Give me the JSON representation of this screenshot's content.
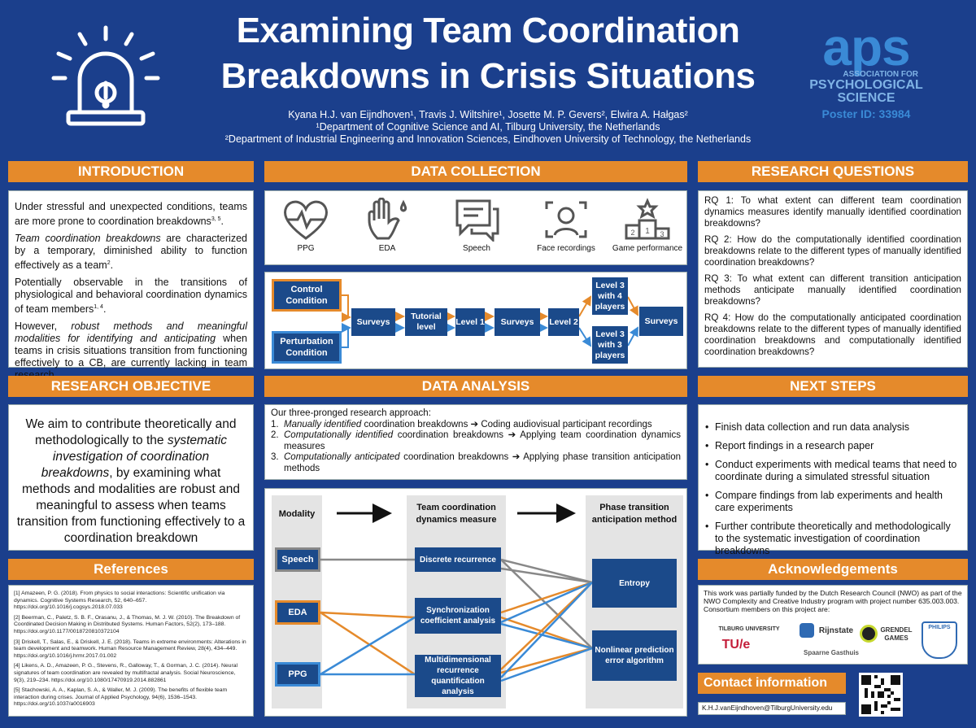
{
  "poster": {
    "title_line1": "Examining Team Coordination",
    "title_line2": "Breakdowns in Crisis Situations",
    "authors": "Kyana H.J. van Eijndhoven¹, Travis J. Wiltshire¹, Josette M. P. Gevers², Elwira A. Hałgas²",
    "affil1": "¹Department of Cognitive Science and AI, Tilburg University, the Netherlands",
    "affil2": "²Department of Industrial Engineering and Innovation Sciences, Eindhoven University of Technology, the Netherlands"
  },
  "aps": {
    "logo_text": "aps",
    "line1": "ASSOCIATION FOR",
    "line2": "PSYCHOLOGICAL SCIENCE",
    "poster_id": "Poster ID: 33984"
  },
  "colors": {
    "background": "#1b3f8c",
    "accent": "#e58a2b",
    "box_blue": "#1b4a8a",
    "line_blue": "#3a8ad6"
  },
  "introduction": {
    "header": "INTRODUCTION",
    "p1": "Under stressful and unexpected conditions, teams are more prone to coordination breakdowns",
    "p1_sup": "3, 5",
    "p1_end": ".",
    "p2_em": "Team coordination breakdowns",
    "p2": " are characterized by a temporary, diminished ability to function effectively as a team",
    "p2_sup": "2",
    "p2_end": ".",
    "p3": "Potentially observable in the transitions of physiological and behavioral coordination dynamics of team members",
    "p3_sup": "1, 4",
    "p3_end": ".",
    "p4_start": "However, ",
    "p4_em": "robust methods and meaningful modalities for identifying and anticipating",
    "p4_end": " when teams in crisis situations transition from functioning effectively to a CB, are currently lacking in team research."
  },
  "objective": {
    "header": "RESEARCH OBJECTIVE",
    "t1": "We aim to contribute theoretically and methodologically to the ",
    "t_em": "systematic investigation of coordination breakdowns",
    "t2": ", by examining what methods and modalities are robust and meaningful to assess when teams transition from functioning effectively to a coordination breakdown"
  },
  "references": {
    "header": "References",
    "items": [
      "[1] Amazeen, P. G. (2018). From physics to social interactions: Scientific unification via dynamics. Cognitive Systems Research, 52, 640–657. https://doi.org/10.1016/j.cogsys.2018.07.033",
      "[2] Beerman, C., Paletz, S. B. F., Orasanu, J., & Thomas, M. J. W. (2010). The Breakdown of Coordinated Decision Making in Distributed Systems. Human Factors, 52(2), 173–188. https://doi.org/10.1177/0018720810372104",
      "[3] Driskell, T., Salas, E., & Driskell, J. E. (2018). Teams in extreme environments: Alterations in team development and teamwork. Human Resource Management Review, 28(4), 434–449. https://doi.org/10.1016/j.hrmr.2017.01.002",
      "[4] Likens, A. D., Amazeen, P. G., Stevens, R., Galloway, T., & Gorman, J. C. (2014). Neural signatures of team coordination are revealed by multifractal analysis. Social Neuroscience, 9(3), 219–234. https://doi.org/10.1080/17470919.2014.882861",
      "[5] Stachowski, A. A., Kaplan, S. A., & Waller, M. J. (2009). The benefits of flexible team interaction during crises. Journal of Applied Psychology, 94(6), 1536–1543. https://doi.org/10.1037/a0016903"
    ]
  },
  "data_collection": {
    "header": "DATA COLLECTION",
    "icons": [
      {
        "icon": "heart-icon",
        "label": "PPG"
      },
      {
        "icon": "hand-icon",
        "label": "EDA"
      },
      {
        "icon": "speech-icon",
        "label": "Speech"
      },
      {
        "icon": "face-icon",
        "label": "Face recordings"
      },
      {
        "icon": "podium-icon",
        "label": "Game performance"
      }
    ],
    "flow": {
      "control": "Control Condition",
      "perturbation": "Perturbation Condition",
      "surveys1": "Surveys",
      "tutorial": "Tutorial level",
      "level1": "Level 1",
      "surveys2": "Surveys",
      "level2": "Level 2",
      "level3a": "Level 3 with 4 players",
      "level3b": "Level 3 with 3 players",
      "surveys3": "Surveys"
    }
  },
  "data_analysis": {
    "header": "DATA ANALYSIS",
    "intro": "Our three-pronged research approach:",
    "items": [
      {
        "num": "1.",
        "em": "Manually identified",
        "rest": " coordination breakdowns ➔ Coding audiovisual participant recordings"
      },
      {
        "num": "2.",
        "em": "Computationally identified",
        "rest": " coordination breakdowns ➔ Applying team coordination dynamics measures"
      },
      {
        "num": "3.",
        "em": "Computationally anticipated",
        "rest": " coordination breakdowns ➔ Applying phase transition anticipation methods"
      }
    ],
    "diagram": {
      "col1": "Modality",
      "col2": "Team coordination dynamics measure",
      "col3": "Phase transition anticipation method",
      "speech": "Speech",
      "eda": "EDA",
      "ppg": "PPG",
      "discrete": "Discrete recurrence",
      "sync": "Synchronization coefficient analysis",
      "mrqa": "Multidimensional recurrence quantification analysis",
      "entropy": "Entropy",
      "nonlinear": "Nonlinear prediction error algorithm"
    }
  },
  "research_questions": {
    "header": "RESEARCH QUESTIONS",
    "items": [
      "RQ 1: To what extent can different team coordination dynamics measures identify manually identified coordination breakdowns?",
      "RQ 2: How do the computationally identified coordination breakdowns relate to the different types of manually identified coordination breakdowns?",
      "RQ 3: To what extent can different transition anticipation methods anticipate manually identified coordination breakdowns?",
      "RQ 4: How do the computationally anticipated coordination breakdowns relate to the different types of manually identified coordination breakdowns and computationally identified coordination breakdowns?"
    ]
  },
  "next_steps": {
    "header": "NEXT STEPS",
    "items": [
      "Finish data collection and run data analysis",
      "Report findings in a research paper",
      "Conduct experiments with medical teams that need to coordinate during a simulated stressful situation",
      "Compare findings from lab experiments and health care experiments",
      "Further contribute theoretically and methodologically to the systematic investigation of coordination breakdowns"
    ]
  },
  "acknowledgements": {
    "header": "Acknowledgements",
    "text": "This work was partially funded by the Dutch Research Council (NWO) as part of the NWO Complexity and Creative Industry program with project number 635.003.003. Consortium members on this project are:",
    "logos": [
      "TILBURG UNIVERSITY",
      "Rijnstate",
      "GRENDEL GAMES",
      "PHILIPS",
      "TU/e",
      "Spaarne Gasthuis"
    ]
  },
  "contact": {
    "header": "Contact information",
    "email": "K.H.J.vanEijndhoven@TilburgUniversity.edu"
  }
}
